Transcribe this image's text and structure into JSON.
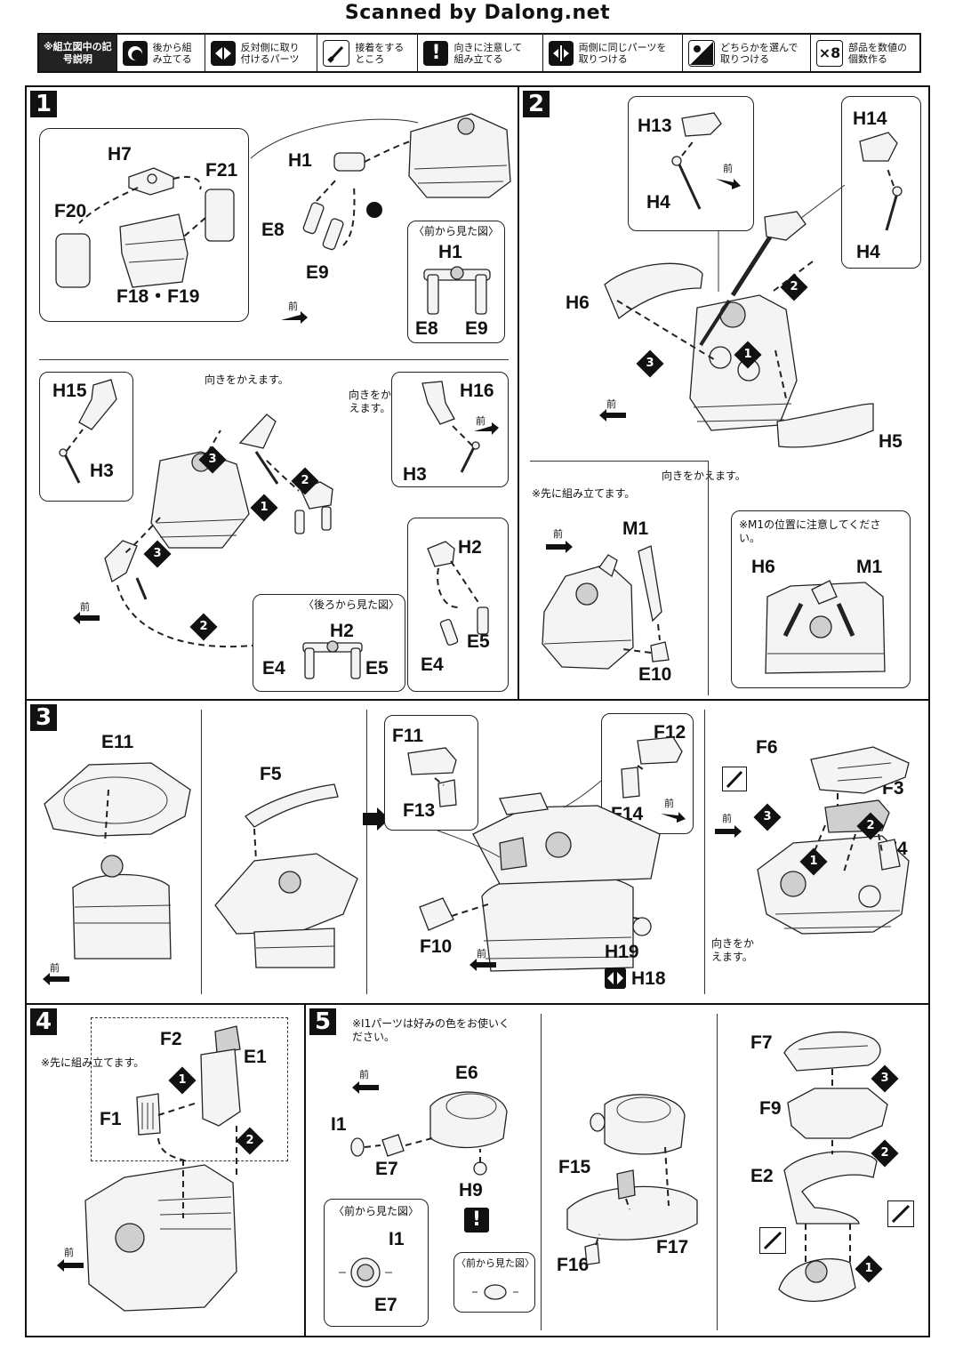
{
  "watermark": "Scanned by Dalong.net",
  "legend": {
    "title": "※組立図中の記号説明",
    "items": [
      {
        "icon": "assemble-later-icon",
        "label": "後から組み立てる"
      },
      {
        "icon": "mirror-part-icon",
        "label": "反対側に取り付けるパーツ"
      },
      {
        "icon": "glue-brush-icon",
        "label": "接着をするところ"
      },
      {
        "icon": "caution-icon",
        "label": "向きに注意して組み立てる"
      },
      {
        "icon": "both-sides-icon",
        "label": "両側に同じパーツを取りつける"
      },
      {
        "icon": "choose-one-icon",
        "label": "どちらかを選んで取りつける"
      },
      {
        "icon": "times-eight-icon",
        "label": "部品を数値の個数作る",
        "count": "×8"
      }
    ]
  },
  "steps": {
    "s1": {
      "num": "1",
      "labels": {
        "h7": "H7",
        "f21": "F21",
        "f20": "F20",
        "f18_19": "F18・F19",
        "h1": "H1",
        "e8": "E8",
        "e9": "E9",
        "h1b": "H1",
        "e8b": "E8",
        "e9b": "E9",
        "h15": "H15",
        "h3": "H3",
        "h16": "H16",
        "h3b": "H3",
        "h2": "H2",
        "e4": "E4",
        "e5": "E5",
        "h2b": "H2",
        "e4b": "E4",
        "e5b": "E5"
      },
      "front_view": "〈前から見た図〉",
      "back_view": "〈後ろから見た図〉",
      "turn": "向きをかえます。",
      "turn2": "向きをかえます。",
      "front": "前"
    },
    "s2": {
      "num": "2",
      "labels": {
        "h13": "H13",
        "h4": "H4",
        "h14": "H14",
        "h4b": "H4",
        "h6": "H6",
        "h5": "H5",
        "m1": "M1",
        "e10": "E10",
        "h6b": "H6",
        "m1b": "M1"
      },
      "pre": "※先に組み立てます。",
      "m1note": "※M1の位置に注意してください。",
      "turn": "向きをかえます。",
      "front": "前"
    },
    "s3": {
      "num": "3",
      "labels": {
        "e11": "E11",
        "f5": "F5",
        "f11": "F11",
        "f13": "F13",
        "f12": "F12",
        "f14": "F14",
        "f10": "F10",
        "h19": "H19",
        "h18": "H18",
        "f6": "F6",
        "f3": "F3",
        "f4": "F4"
      },
      "turn": "向きをかえます。",
      "front": "前"
    },
    "s4": {
      "num": "4",
      "labels": {
        "f2": "F2",
        "e1": "E1",
        "f1": "F1"
      },
      "pre": "※先に組み立てます。",
      "front": "前"
    },
    "s5": {
      "num": "5",
      "labels": {
        "e6": "E6",
        "i1": "I1",
        "e7": "E7",
        "h9": "H9",
        "i1b": "I1",
        "e7b": "E7",
        "f15": "F15",
        "f16": "F16",
        "f17": "F17",
        "f7": "F7",
        "f9": "F9",
        "e2": "E2"
      },
      "note": "※I1パーツは好みの色をお使いください。",
      "front_view": "〈前から見た図〉",
      "front_view2": "〈前から見た図〉",
      "front": "前"
    }
  }
}
